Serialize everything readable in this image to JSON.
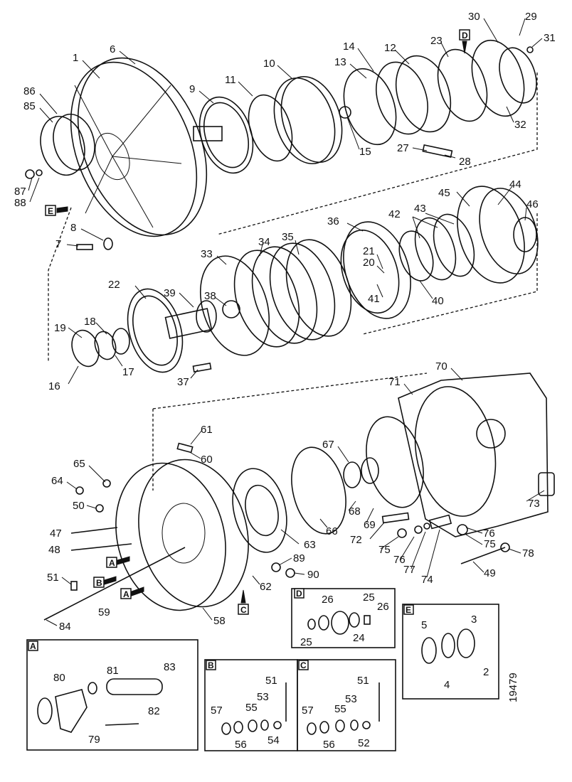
{
  "figure_number": "19479",
  "callouts": [
    "1",
    "2",
    "3",
    "4",
    "5",
    "6",
    "7",
    "8",
    "9",
    "10",
    "11",
    "12",
    "13",
    "14",
    "15",
    "16",
    "17",
    "18",
    "19",
    "20",
    "21",
    "22",
    "23",
    "24",
    "25",
    "26",
    "27",
    "28",
    "29",
    "30",
    "31",
    "32",
    "33",
    "34",
    "35",
    "36",
    "37",
    "38",
    "39",
    "40",
    "41",
    "42",
    "43",
    "44",
    "45",
    "46",
    "47",
    "48",
    "49",
    "50",
    "51",
    "52",
    "53",
    "54",
    "55",
    "56",
    "57",
    "58",
    "59",
    "60",
    "61",
    "62",
    "63",
    "64",
    "65",
    "66",
    "67",
    "68",
    "69",
    "70",
    "71",
    "72",
    "73",
    "74",
    "75",
    "76",
    "77",
    "78",
    "79",
    "80",
    "81",
    "82",
    "83",
    "84",
    "85",
    "86",
    "87",
    "88",
    "89",
    "90"
  ],
  "detail_tags": {
    "A": "A",
    "B": "B",
    "C": "C",
    "D": "D",
    "E": "E"
  },
  "inset_callouts": {
    "A": [
      "79",
      "80",
      "81",
      "82",
      "83"
    ],
    "B": [
      "51",
      "53",
      "54",
      "55",
      "56",
      "57"
    ],
    "C": [
      "51",
      "52",
      "53",
      "55",
      "56",
      "57"
    ],
    "D": [
      "24",
      "25",
      "26",
      "25",
      "26"
    ],
    "E": [
      "2",
      "3",
      "4",
      "5"
    ]
  }
}
